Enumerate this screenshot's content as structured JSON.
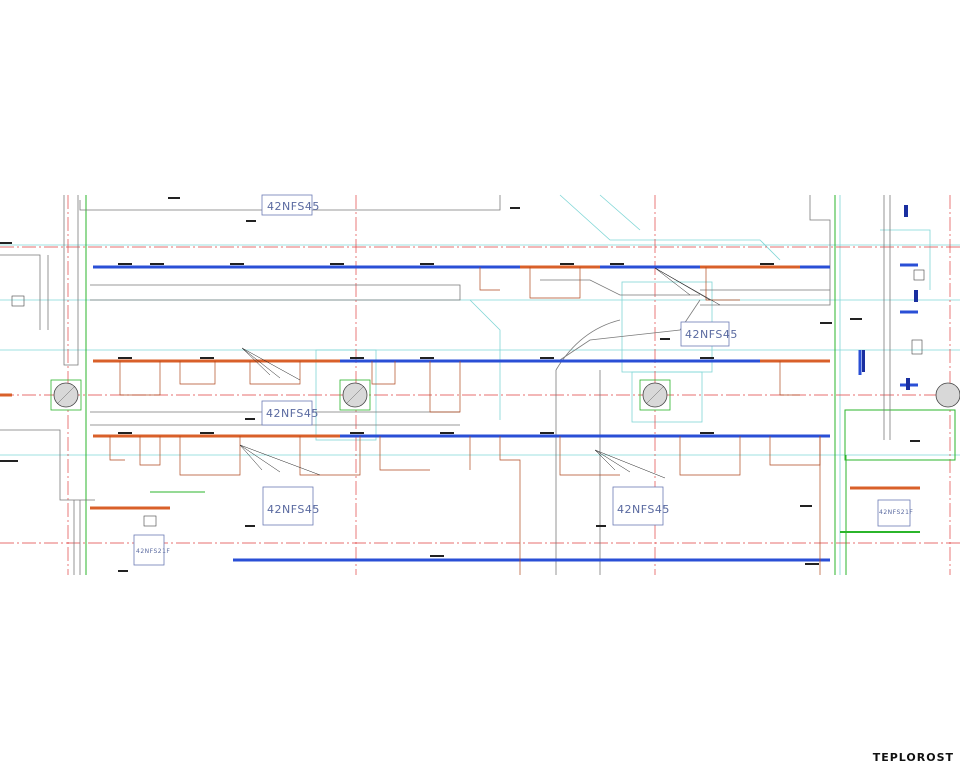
{
  "units": {
    "u1": "42NFS45",
    "u2": "42NFS45",
    "u3": "42NFS45",
    "u4": "42NFS45",
    "u5": "42NFS45",
    "u6": "42NFS21F",
    "u7": "42NFS21F"
  },
  "watermark": "TEPLOROST",
  "colors": {
    "supply_duct": "#2a4fd6",
    "return_duct": "#d9602a",
    "duct_outline": "#7a7a7a",
    "axis_line": "#e04040",
    "grid_cyan": "#7fd6d6",
    "green_line": "#2bb52b",
    "unit_box": "#6b7bb5"
  }
}
